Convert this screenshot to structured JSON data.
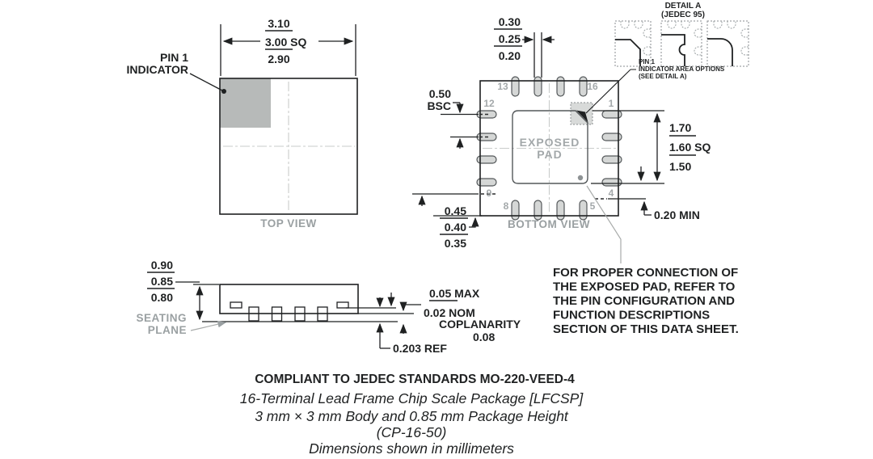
{
  "document": {
    "kind": "mechanical-package-outline-drawing"
  },
  "colors": {
    "line": "#1f2122",
    "gray_label": "#9aa0a2",
    "pad_fill": "#d5d7d6",
    "pad_stroke": "#54585a",
    "pin1_marker_fill": "#b7bab9",
    "centerline": "#c9cccb",
    "leader_gray": "#a8abaa",
    "background": "#ffffff"
  },
  "top_view": {
    "label": "TOP VIEW",
    "pin1_callout": {
      "line1": "PIN 1",
      "line2": "INDICATOR"
    },
    "body_width": {
      "max": "3.10",
      "nom": "3.00 SQ",
      "min": "2.90"
    }
  },
  "bottom_view": {
    "label": "BOTTOM VIEW",
    "exposed_pad": {
      "line1": "EXPOSED",
      "line2": "PAD"
    },
    "pin_numbers": {
      "p13": "13",
      "p16": "16",
      "p12": "12",
      "p9": "9",
      "p8": "8",
      "p5": "5",
      "p1": "1",
      "p4": "4"
    },
    "lead_width": {
      "max": "0.30",
      "nom": "0.25",
      "min": "0.20"
    },
    "lead_pitch": {
      "value": "0.50",
      "qualifier": "BSC"
    },
    "lead_length": {
      "max": "0.45",
      "nom": "0.40",
      "min": "0.35"
    },
    "exposed_pad_size": {
      "max": "1.70",
      "nom": "1.60 SQ",
      "min": "1.50"
    },
    "pad_clearance": "0.20 MIN"
  },
  "detail_a": {
    "title": {
      "line1": "DETAIL A",
      "line2": "(JEDEC 95)"
    },
    "callout": {
      "line1": "PIN 1",
      "line2": "INDICATOR AREA OPTIONS",
      "line3": "(SEE DETAIL A)"
    }
  },
  "side_view": {
    "package_height": {
      "max": "0.90",
      "nom": "0.85",
      "min": "0.80"
    },
    "seating_plane": {
      "line1": "SEATING",
      "line2": "PLANE"
    },
    "standoff": {
      "max": "0.05 MAX",
      "nom": "0.02 NOM"
    },
    "coplanarity": {
      "label": "COPLANARITY",
      "value": "0.08"
    },
    "lead_thickness": "0.203 REF"
  },
  "note": {
    "line1": "FOR PROPER CONNECTION OF",
    "line2": "THE EXPOSED PAD, REFER TO",
    "line3": "THE PIN CONFIGURATION AND",
    "line4": "FUNCTION DESCRIPTIONS",
    "line5": "SECTION OF THIS DATA SHEET."
  },
  "footer": {
    "compliance": "COMPLIANT TO JEDEC STANDARDS MO-220-VEED-4",
    "package_name": "16-Terminal Lead Frame Chip Scale Package [LFCSP]",
    "body_size": "3 mm × 3 mm Body and 0.85 mm Package Height",
    "package_code": "(CP-16-50)",
    "units_note": "Dimensions shown in millimeters"
  }
}
